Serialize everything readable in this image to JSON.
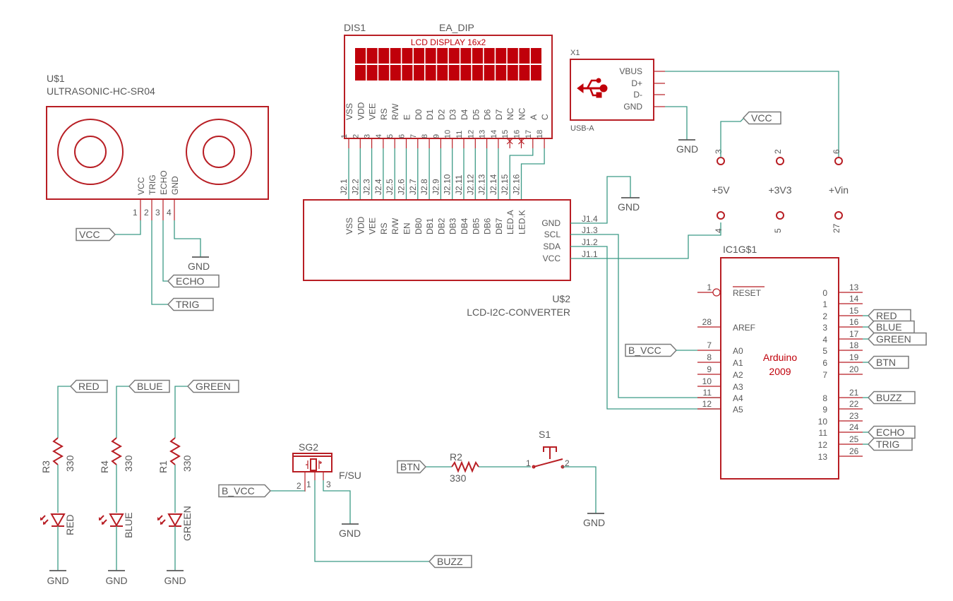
{
  "us1": {
    "ref": "U$1",
    "part": "ULTRASONIC-HC-SR04",
    "pins": [
      "VCC",
      "TRIG",
      "ECHO",
      "GND"
    ],
    "pin_nums": [
      "1",
      "2",
      "3",
      "4"
    ]
  },
  "dis1": {
    "ref": "DIS1",
    "part": "EA_DIP",
    "display_label": "LCD DISPLAY 16x2",
    "pins": [
      "VSS",
      "VDD",
      "VEE",
      "RS",
      "R/W",
      "E",
      "D0",
      "D1",
      "D2",
      "D3",
      "D4",
      "D5",
      "D6",
      "D7",
      "NC",
      "NC",
      "A",
      "C"
    ],
    "pin_nums": [
      "1",
      "2",
      "3",
      "4",
      "5",
      "6",
      "7",
      "8",
      "9",
      "10",
      "11",
      "12",
      "13",
      "14",
      "15",
      "16",
      "17",
      "18"
    ]
  },
  "u2": {
    "ref": "U$2",
    "part": "LCD-I2C-CONVERTER",
    "j2_pins": [
      "J2.1",
      "J2.2",
      "J2.3",
      "J2.4",
      "J2.5",
      "J2.6",
      "J2.7",
      "J2.8",
      "J2.9",
      "J2.10",
      "J2.11",
      "J2.12",
      "J2.13",
      "J2.14",
      "J2.15",
      "J2.16"
    ],
    "top_pins": [
      "VSS",
      "VDD",
      "VEE",
      "RS",
      "R/W",
      "EN",
      "DB0",
      "DB1",
      "DB2",
      "DB3",
      "DB4",
      "DB5",
      "DB6",
      "DB7",
      "LED.A",
      "LED.K"
    ],
    "right_pins": [
      "GND",
      "SCL",
      "SDA",
      "VCC"
    ],
    "j1_pins": [
      "J1.4",
      "J1.3",
      "J1.2",
      "J1.1"
    ]
  },
  "x1": {
    "ref": "X1",
    "part": "USB-A",
    "pins": [
      "VBUS",
      "D+",
      "D-",
      "GND"
    ]
  },
  "power": {
    "labels": [
      "+5V",
      "+3V3",
      "+Vin"
    ],
    "top_nums": [
      "3",
      "2",
      "6"
    ],
    "bottom_nums": [
      "4",
      "5",
      "27"
    ]
  },
  "ic1": {
    "ref": "IC1G$1",
    "title": "Arduino",
    "subtitle": "2009",
    "left_pins": [
      {
        "num": "1",
        "name": "RESET"
      },
      {
        "num": "28",
        "name": "AREF"
      },
      {
        "num": "7",
        "name": "A0"
      },
      {
        "num": "8",
        "name": "A1"
      },
      {
        "num": "9",
        "name": "A2"
      },
      {
        "num": "10",
        "name": "A3"
      },
      {
        "num": "11",
        "name": "A4"
      },
      {
        "num": "12",
        "name": "A5"
      }
    ],
    "right_pins": [
      {
        "num": "13",
        "name": "0"
      },
      {
        "num": "14",
        "name": "1"
      },
      {
        "num": "15",
        "name": "2"
      },
      {
        "num": "16",
        "name": "3"
      },
      {
        "num": "17",
        "name": "4"
      },
      {
        "num": "18",
        "name": "5"
      },
      {
        "num": "19",
        "name": "6"
      },
      {
        "num": "20",
        "name": "7"
      },
      {
        "num": "21",
        "name": "8"
      },
      {
        "num": "22",
        "name": "9"
      },
      {
        "num": "23",
        "name": "10"
      },
      {
        "num": "24",
        "name": "11"
      },
      {
        "num": "25",
        "name": "12"
      },
      {
        "num": "26",
        "name": "13"
      }
    ]
  },
  "leds": [
    {
      "res_ref": "R3",
      "res_val": "330",
      "led_label": "RED",
      "net": "RED"
    },
    {
      "res_ref": "R4",
      "res_val": "330",
      "led_label": "BLUE",
      "net": "BLUE"
    },
    {
      "res_ref": "R1",
      "res_val": "330",
      "led_label": "GREEN",
      "net": "GREEN"
    }
  ],
  "sg2": {
    "ref": "SG2",
    "part": "F/SU",
    "pin_nums": [
      "2",
      "1",
      "3"
    ]
  },
  "r2": {
    "ref": "R2",
    "val": "330"
  },
  "s1": {
    "ref": "S1",
    "pin_nums": [
      "1",
      "2"
    ]
  },
  "nets": {
    "vcc": "VCC",
    "gnd": "GND",
    "echo": "ECHO",
    "trig": "TRIG",
    "b_vcc": "B_VCC",
    "red": "RED",
    "blue": "BLUE",
    "green": "GREEN",
    "btn": "BTN",
    "buzz": "BUZZ"
  },
  "colors": {
    "component": "#b81e24",
    "wire": "#3c9a86",
    "text": "#585858",
    "tag_border": "#7a7a7a"
  }
}
